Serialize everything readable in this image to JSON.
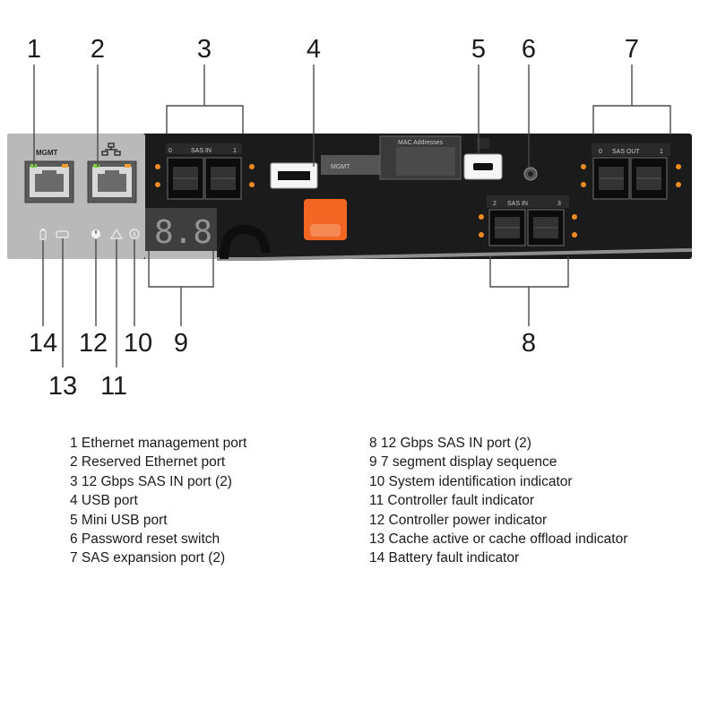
{
  "callouts": [
    "1",
    "2",
    "3",
    "4",
    "5",
    "6",
    "7",
    "8",
    "9",
    "10",
    "11",
    "12",
    "13",
    "14"
  ],
  "panel_labels": {
    "mgmt_left": "MGMT",
    "sas_in_top": "SAS IN",
    "sas_in_top_port0": "0",
    "sas_in_top_port1": "1",
    "usb_mgmt": "MGMT",
    "mac_addresses": "MAC Addresses",
    "sas_out": "SAS OUT",
    "sas_out_port0": "0",
    "sas_out_port1": "1",
    "sas_in_bottom": "SAS IN",
    "sas_in_bottom_port2": "2",
    "sas_in_bottom_port3": "3",
    "seg_display": "8.8"
  },
  "legend": [
    {
      "text": "1 Ethernet management port"
    },
    {
      "text": "2 Reserved Ethernet port"
    },
    {
      "text": "3 12 Gbps SAS IN port (2)"
    },
    {
      "text": "4 USB port"
    },
    {
      "text": "5 Mini USB port"
    },
    {
      "text": "6 Password reset switch"
    },
    {
      "text": "7 SAS expansion port (2)"
    },
    {
      "text": "8 12 Gbps SAS IN port (2)"
    },
    {
      "text": "9 7 segment display sequence"
    },
    {
      "text": "10 System identification indicator"
    },
    {
      "text": "11 Controller fault indicator"
    },
    {
      "text": "12 Controller power indicator"
    },
    {
      "text": "13 Cache active or cache offload indicator"
    },
    {
      "text": "14 Battery fault indicator"
    }
  ],
  "colors": {
    "panel_dark": "#1b1b1b",
    "panel_gray": "#b9b9b9",
    "led_orange": "#f08a22",
    "latch_orange": "#f26522",
    "leader_line": "#4a4a4a"
  }
}
